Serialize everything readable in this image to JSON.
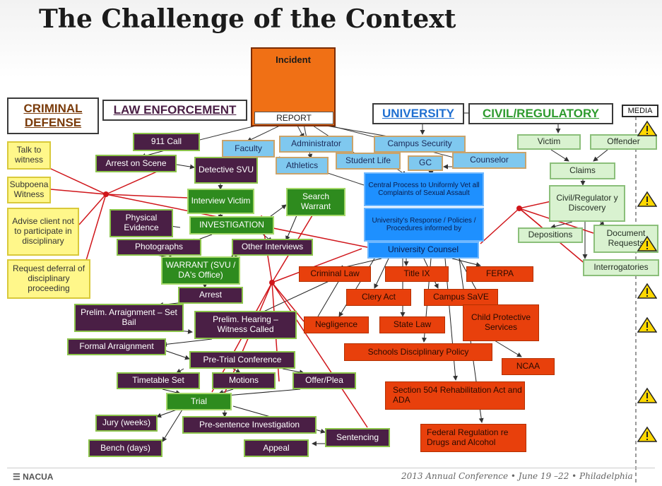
{
  "slide": {
    "title": "The Challenge of the Context",
    "footer_logo": "NACUA",
    "footer_conference": "2013 Annual Conference • June 19 –22 • Philadelphia"
  },
  "headers": {
    "criminal_defense": "CRIMINAL DEFENSE",
    "law_enforcement": "LAW ENFORCEMENT",
    "university": "UNIVERSITY",
    "civil_regulatory": "CIVIL/REGULATORY",
    "media": "MEDIA"
  },
  "center": {
    "incident": "Incident",
    "report": "REPORT"
  },
  "criminal_defense": {
    "talk": "Talk to witness",
    "subpoena": "Subpoena Witness",
    "advise": "Advise client not to participate in disciplinary",
    "deferral": "Request deferral of disciplinary proceeding"
  },
  "law_enforcement": {
    "call911": "911 Call",
    "arrest_scene": "Arrest on Scene",
    "detective": "Detective SVU",
    "interview": "Interview Victim",
    "search_warrant": "Search Warrant",
    "physical_evidence": "Physical Evidence",
    "investigation": "INVESTIGATION",
    "photographs": "Photographs",
    "other_interviews": "Other Interviews",
    "warrant": "WARRANT (SVU / DA's Office)",
    "arrest": "Arrest",
    "prelim_arraignment": "Prelim. Arraignment – Set Bail",
    "prelim_hearing": "Prelim. Hearing – Witness Called",
    "formal_arraignment": "Formal Arraignment",
    "pretrial": "Pre-Trial Conference",
    "timetable": "Timetable Set",
    "motions": "Motions",
    "offer": "Offer/Plea",
    "trial": "Trial",
    "jury": "Jury (weeks)",
    "presentence": "Pre-sentence Investigation",
    "sentencing": "Sentencing",
    "bench": "Bench (days)",
    "appeal": "Appeal"
  },
  "university": {
    "faculty": "Faculty",
    "administrator": "Administrator",
    "campus_security": "Campus Security",
    "athletics": "Athletics",
    "student_life": "Student Life",
    "gc": "GC",
    "counselor": "Counselor",
    "central_process": "Central Process to Uniformly Vet all Complaints of Sexual Assault",
    "response": "University's Response / Policies / Procedures informed by",
    "counsel": "University Counsel"
  },
  "law_sources": {
    "criminal_law": "Criminal Law",
    "title_ix": "Title IX",
    "ferpa": "FERPA",
    "clery": "Clery Act",
    "save": "Campus SaVE",
    "child_protective": "Child Protective Services",
    "negligence": "Negligence",
    "state_law": "State Law",
    "disciplinary_policy": "Schools Disciplinary Policy",
    "ncaa": "NCAA",
    "section504": "Section 504 Rehabilitation Act and ADA",
    "federal_regulation": "Federal Regulation re Drugs and Alcohol"
  },
  "civil_regulatory": {
    "victim": "Victim",
    "offender": "Offender",
    "claims": "Claims",
    "discovery": "Civil/Regulator y Discovery",
    "depositions": "Depositions",
    "document_requests": "Document Requests",
    "interrogatories": "Interrogatories"
  },
  "colors": {
    "incident": "#f07015",
    "law_enforcement_box": "#4a1f45",
    "investigation_box": "#2e8b1e",
    "criminal_defense_box": "#fff78a",
    "university_box": "#7fc8ef",
    "university_core": "#1e90ff",
    "law_source_box": "#e8400c",
    "civil_box": "#d9f2d0",
    "criminal_defense_header": "#7a3b0a",
    "law_enforcement_header": "#4a1f45",
    "university_header": "#1f6fd1",
    "civil_regulatory_header": "#2e9b2e",
    "warning_icon": "#ffd800"
  },
  "icons": [
    "warning-triangle-icon",
    "nacua-logo-icon"
  ]
}
